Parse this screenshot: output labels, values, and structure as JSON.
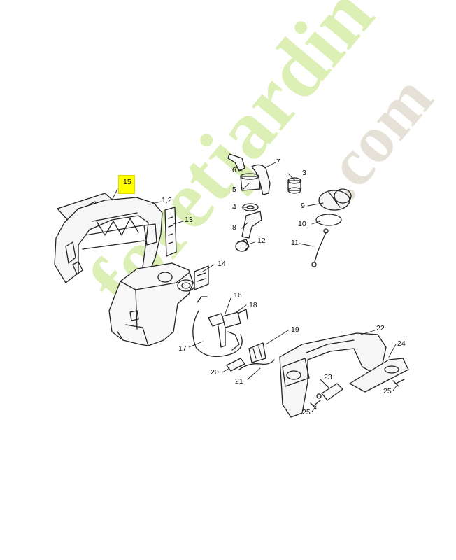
{
  "watermark": {
    "part1": "foret",
    "part2": "jardin",
    "part3": ".com",
    "color_green": "#dcefb4",
    "color_tan": "#e6e1d7"
  },
  "highlight_color": "#ffff00",
  "callouts": {
    "c15": "15",
    "c1_2": "1,2",
    "c13": "13",
    "c14": "14",
    "c7": "7",
    "c6": "6",
    "c5": "5",
    "c4": "4",
    "c8": "8",
    "c3": "3",
    "c9": "9",
    "c10": "10",
    "c11": "11",
    "c12": "12",
    "c16": "16",
    "c18": "18",
    "c17": "17",
    "c19": "19",
    "c20": "20",
    "c21": "21",
    "c22": "22",
    "c24": "24",
    "c23": "23",
    "c25a": "25",
    "c25b": "25"
  }
}
